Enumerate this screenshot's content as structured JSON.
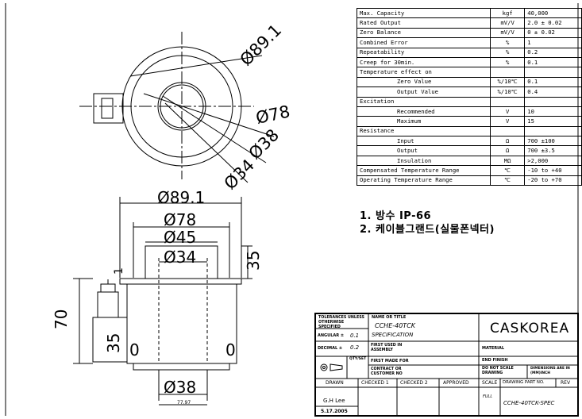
{
  "spec_table": {
    "rows": [
      {
        "param": "Max. Capacity",
        "unit": "kgf",
        "value": "40,000"
      },
      {
        "param": "Rated Output",
        "unit": "mV/V",
        "value": "2.0 ± 0.02"
      },
      {
        "param": "Zero Balance",
        "unit": "mV/V",
        "value": "0 ± 0.02"
      },
      {
        "param": "Combined Error",
        "unit": "%",
        "value": "1"
      },
      {
        "param": "Repeatability",
        "unit": "%",
        "value": "0.2"
      },
      {
        "param": "Creep for 30min.",
        "unit": "%",
        "value": "0.1"
      },
      {
        "param": "Temperature effect on",
        "unit": "",
        "value": ""
      },
      {
        "param": "Zero Value",
        "unit": "%/10℃",
        "value": "0.1"
      },
      {
        "param": "Output Value",
        "unit": "%/10℃",
        "value": "0.4"
      },
      {
        "param": "Excitation",
        "unit": "",
        "value": ""
      },
      {
        "param": "Recommended",
        "unit": "V",
        "value": "10"
      },
      {
        "param": "Maximum",
        "unit": "V",
        "value": "15"
      },
      {
        "param": "Resistance",
        "unit": "",
        "value": ""
      },
      {
        "param": "Input",
        "unit": "Ω",
        "value": "700 ±100"
      },
      {
        "param": "Output",
        "unit": "Ω",
        "value": "700 ±3.5"
      },
      {
        "param": "Insulation",
        "unit": "MΩ",
        "value": ">2,000"
      },
      {
        "param": "Compensated Temperature Range",
        "unit": "℃",
        "value": "-10 to +40"
      },
      {
        "param": "Operating Temperature Range",
        "unit": "℃",
        "value": "-20 to +70"
      }
    ]
  },
  "notes": [
    "1. 방수 IP-66",
    "2. 케이블그랜드(실물폰넥터)"
  ],
  "top_view_dims": [
    "Ø89.1",
    "Ø78",
    "Ø38",
    "Ø34"
  ],
  "front_view_dims": {
    "d1": "Ø89.1",
    "d2": "Ø78",
    "d3": "Ø45",
    "d4": "Ø34",
    "height_right": "35",
    "gap": "1",
    "height_total": "70",
    "height_low": "35",
    "bottom_d": "Ø38",
    "bottom_small": "77.97",
    "hole_a": "0",
    "hole_b": "0"
  },
  "title_block": {
    "tolerances": "TOLERANCES UNLESS OTHERWISE SPECIFIED",
    "name_label": "NAME OR TITLE",
    "name_value": "CCHE-40TCK",
    "name_value2": "SPECIFICATION",
    "company": "CASKOREA",
    "angular": "ANGULAR ±",
    "angular_val": "0.1",
    "decimal": "DECIMAL ±",
    "decimal_val": "0.2",
    "first_used": "FIRST USED IN ASSEMBLY",
    "material": "MATERIAL",
    "qty": "QTY/SET",
    "first_made": "FIRST MADE FOR",
    "end_finish": "END FINISH",
    "contract": "CONTRACT OR CUSTOMER NO",
    "do_not_scale": "DO NOT SCALE DRAWING",
    "dimensions": "DIMENSIONS ARE IN (MM)INCH",
    "drawn": "DRAWN",
    "checked1": "CHECKED 1",
    "checked2": "CHECKED 2",
    "approved": "APPROVED",
    "scale": "SCALE",
    "drawing_part": "DRAWING PART NO.",
    "rev": "REV",
    "drawn_name": "G.H Lee",
    "drawn_date": "5.17.2005",
    "full": "FULL",
    "part_no": "CCHE-40TCK-SPEC"
  }
}
